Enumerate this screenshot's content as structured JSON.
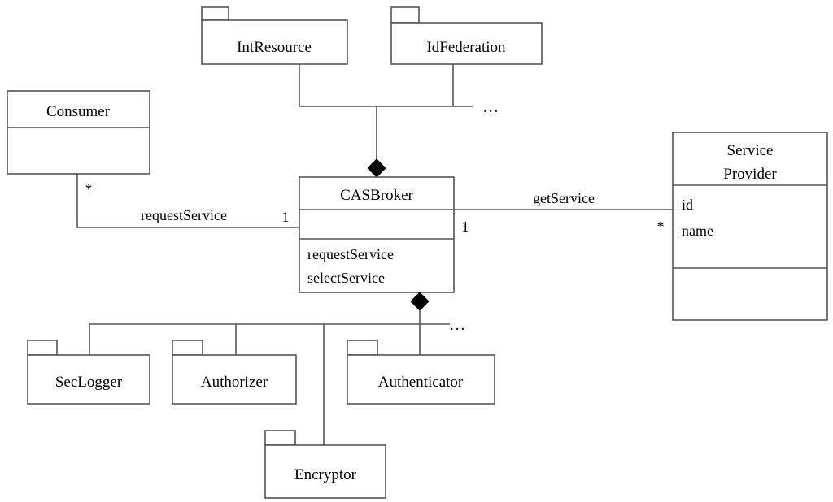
{
  "diagram": {
    "title": "CASBroker UML class diagram",
    "stroke_color": "#555555",
    "fill_color": "#ffffff",
    "text_color": "#000000"
  },
  "packages": {
    "int_resource": {
      "name": "IntResource"
    },
    "id_federation": {
      "name": "IdFederation"
    },
    "sec_logger": {
      "name": "SecLogger"
    },
    "authorizer": {
      "name": "Authorizer"
    },
    "authenticator": {
      "name": "Authenticator"
    },
    "encryptor": {
      "name": "Encryptor"
    }
  },
  "classes": {
    "consumer": {
      "name": "Consumer",
      "attributes": [],
      "operations": []
    },
    "cas_broker": {
      "name": "CASBroker",
      "attributes": [],
      "operations": [
        "requestService",
        "selectService"
      ]
    },
    "service_provider": {
      "name_line1": "Service",
      "name_line2": "Provider",
      "attributes": [
        "id",
        "name"
      ],
      "operations": []
    }
  },
  "associations": {
    "request_service": {
      "label": "requestService",
      "source_multiplicity": "*",
      "target_multiplicity": "1"
    },
    "get_service": {
      "label": "getService",
      "source_multiplicity": "1",
      "target_multiplicity": "*"
    }
  },
  "ellipsis": {
    "top": "...",
    "bottom": "..."
  }
}
